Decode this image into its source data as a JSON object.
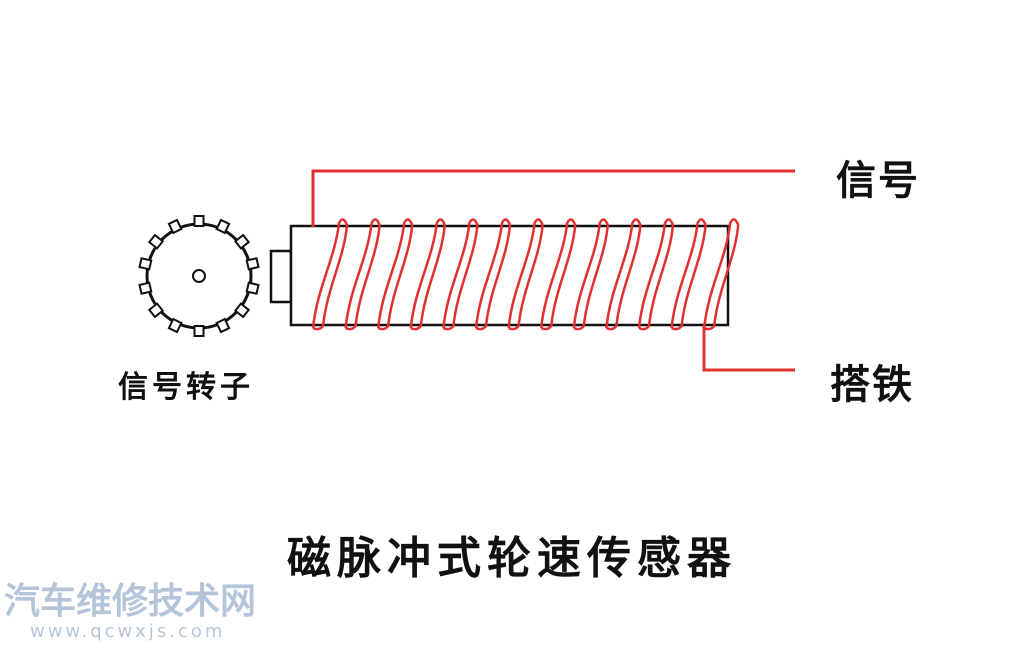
{
  "labels": {
    "signal": "信号",
    "ground": "搭铁",
    "rotor": "信号转子"
  },
  "title": "磁脉冲式轮速传感器",
  "watermark": {
    "name": "汽车维修技术网",
    "url": "www.qcwxjs.com"
  },
  "colors": {
    "wire": "#e03030",
    "outline": "#111111"
  },
  "rotor": {
    "teeth": 14
  },
  "coil": {
    "turns": 13
  }
}
